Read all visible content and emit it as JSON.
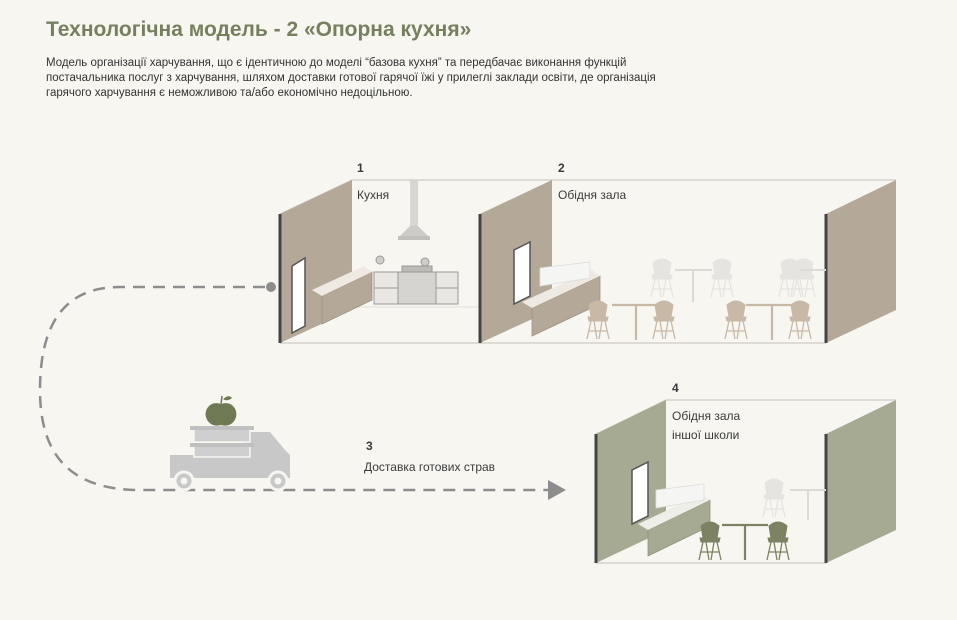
{
  "title": "Технологічна модель - 2 «Опорна кухня»",
  "description": [
    "Модель організації харчування, що є ідентичною до моделі “базова кухня” та передбачає виконання функцій",
    "постачальника послуг з харчування, шляхом доставки готової гарячої їжі у прилеглі заклади освіти, де організація",
    "гарячого харчування є неможливою та/або економічно недоцільною."
  ],
  "steps": [
    {
      "number": "1",
      "label": "Кухня"
    },
    {
      "number": "2",
      "label": "Обідня зала"
    },
    {
      "number": "3",
      "label": "Доставка готових страв"
    },
    {
      "number": "4",
      "label_lines": [
        "Обідня зала",
        "іншої школи"
      ]
    }
  ],
  "colors": {
    "title": "#76805f",
    "wall_beige": "#b4a898",
    "wall_green": "#a6aa92",
    "chair_beige": "#c8b9a7",
    "chair_green": "#7d8263",
    "apple": "#6f7a55",
    "dash": "#8d8d8d"
  }
}
